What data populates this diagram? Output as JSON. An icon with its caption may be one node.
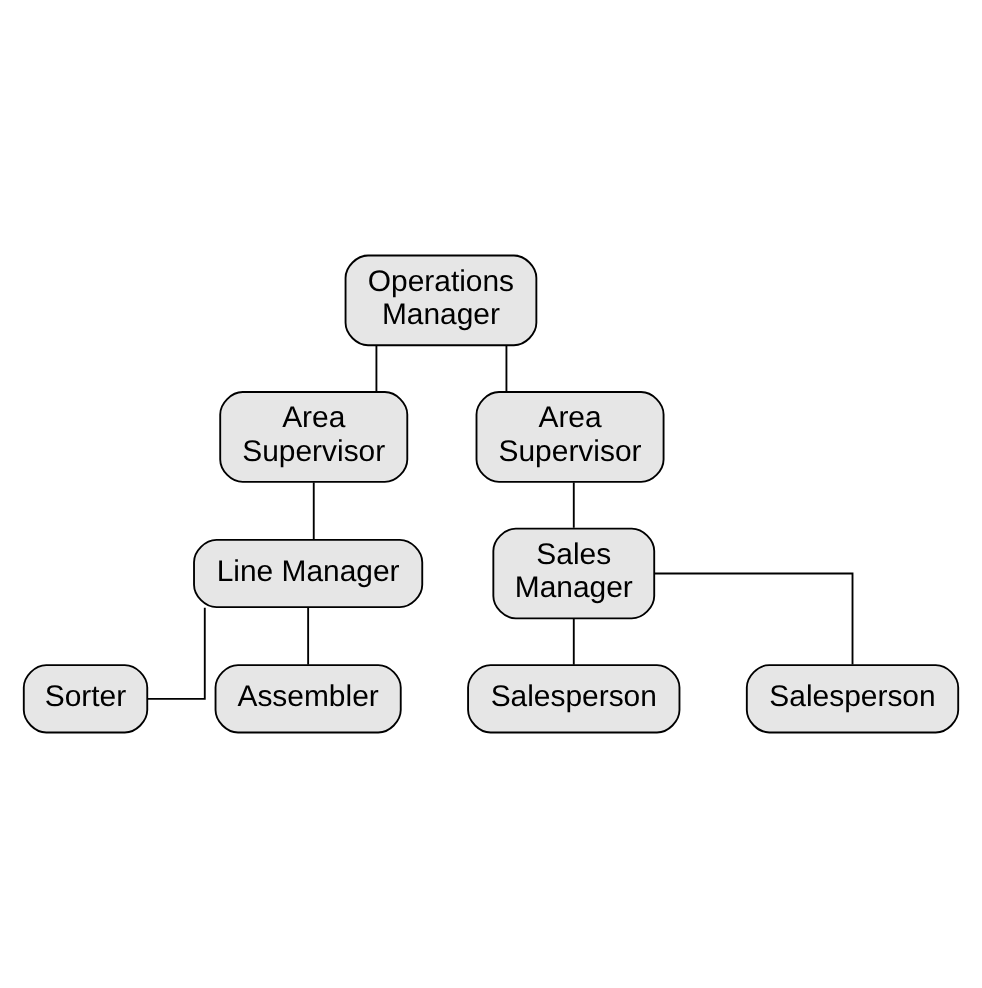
{
  "diagram": {
    "nodes": [
      {
        "text": [
          "Operations Manager"
        ]
      },
      {
        "text": [
          "Area Supervisor"
        ]
      },
      {
        "text": [
          "Area Supervisor"
        ]
      },
      {
        "text": [
          "Line Manager"
        ]
      },
      {
        "text": [
          "Sales Manager"
        ]
      },
      {
        "text": [
          "Sorter"
        ]
      },
      {
        "text": [
          "Assembler"
        ]
      },
      {
        "text": [
          "Salesperson"
        ]
      },
      {
        "text": [
          "Salesperson"
        ]
      }
    ],
    "edges": [
      {
        "from": 0,
        "to": 1,
        "arrow": "none"
      },
      {
        "from": 0,
        "to": 2,
        "arrow": "none"
      },
      {
        "from": 1,
        "to": 3,
        "arrow": "none"
      },
      {
        "from": 2,
        "to": 4,
        "arrow": "none"
      },
      {
        "from": 3,
        "to": 5,
        "arrow": "none"
      },
      {
        "from": 3,
        "to": 6,
        "arrow": "none"
      },
      {
        "from": 4,
        "to": 7,
        "arrow": "none"
      },
      {
        "from": 4,
        "to": 8,
        "arrow": "none"
      }
    ]
  }
}
